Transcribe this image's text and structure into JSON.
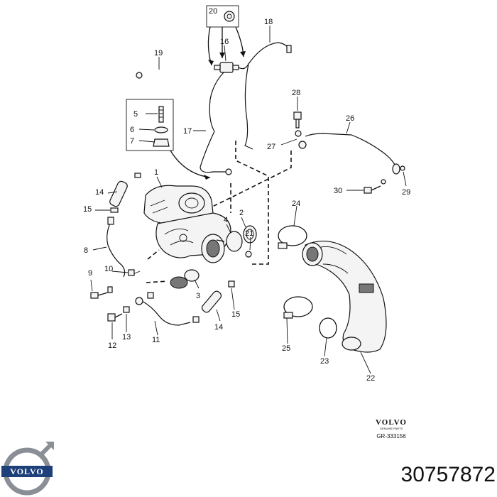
{
  "callouts": {
    "c1": "1",
    "c2": "2",
    "c3": "3",
    "c4": "4",
    "c5": "5",
    "c6": "6",
    "c7": "7",
    "c8": "8",
    "c9": "9",
    "c10": "10",
    "c11": "11",
    "c12": "12",
    "c13": "13",
    "c14a": "14",
    "c14b": "14",
    "c15a": "15",
    "c15b": "15",
    "c16": "16",
    "c17": "17",
    "c18": "18",
    "c19": "19",
    "c20": "20",
    "c21": "21",
    "c22": "22",
    "c23": "23",
    "c24": "24",
    "c25": "25",
    "c26": "26",
    "c27": "27",
    "c28": "28",
    "c29": "29",
    "c30": "30"
  },
  "footer": {
    "brand_name": "VOLVO",
    "brand_sub": "GENUINE PARTS",
    "doc_code": "GR-333156",
    "part_number": "30757872"
  },
  "logo": {
    "text": "VOLVO"
  },
  "colors": {
    "ink": "#111111",
    "logo_blue": "#1d3f7a",
    "logo_ring": "#8a8f96"
  }
}
